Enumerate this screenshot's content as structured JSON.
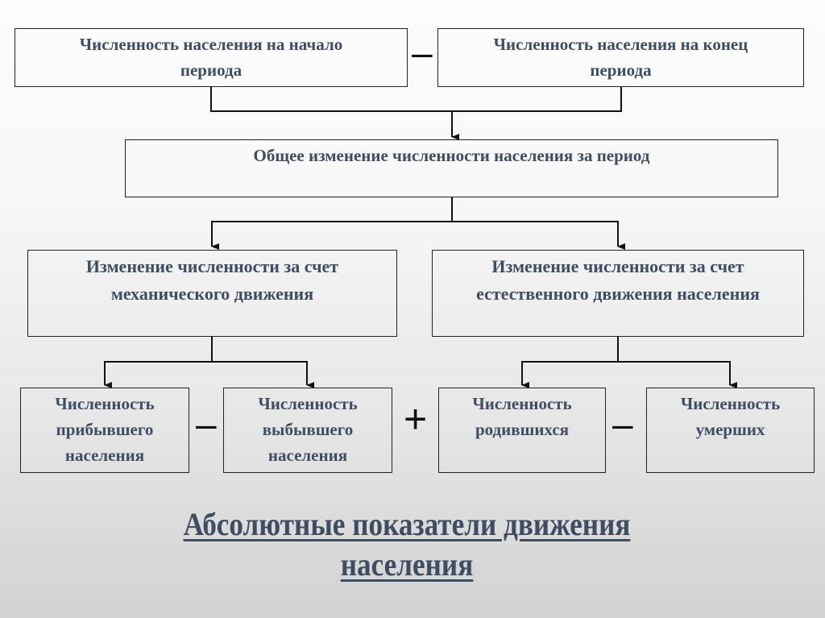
{
  "diagram": {
    "top_left": [
      "Численность населения на начало",
      "периода"
    ],
    "top_right": [
      "Численность населения на конец",
      "периода"
    ],
    "total_change": [
      "Общее изменение численности населения за период"
    ],
    "mechanical": [
      "Изменение численности за счет",
      "механического движения"
    ],
    "natural": [
      "Изменение численности за счет",
      "естественного движения населения"
    ],
    "arrived": [
      "Численность",
      "прибывшего",
      "населения"
    ],
    "departed": [
      "Численность",
      "выбывшего",
      "населения"
    ],
    "born": [
      "Численность",
      "родившихся"
    ],
    "died": [
      "Численность",
      "умерших"
    ],
    "operators": {
      "top_minus": "–",
      "mech_minus": "–",
      "plus": "+",
      "natural_minus": "–"
    }
  },
  "title": {
    "line1": "Абсолютные показатели  движения",
    "line2": "населения"
  }
}
